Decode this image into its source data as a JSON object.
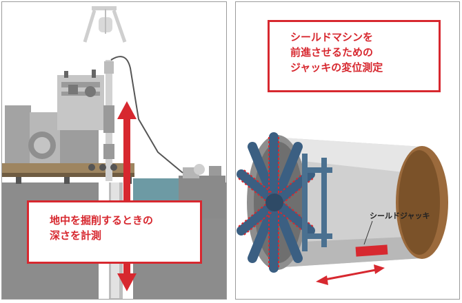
{
  "left_panel": {
    "callout": {
      "line1": "地中を掘削するときの",
      "line2": "深さを計測"
    }
  },
  "right_panel": {
    "callout": {
      "line1": "シールドマシンを",
      "line2": "前進させるための",
      "line3": "ジャッキの変位測定"
    },
    "jack_label": "シールドジャッキ"
  },
  "colors": {
    "accent_red": "#d7282f",
    "ground": "#8c8c8c",
    "machine_gray": "#a9a9a9",
    "shield_brown": "#9b6a3c",
    "cutter_blue": "#3b5f82"
  }
}
